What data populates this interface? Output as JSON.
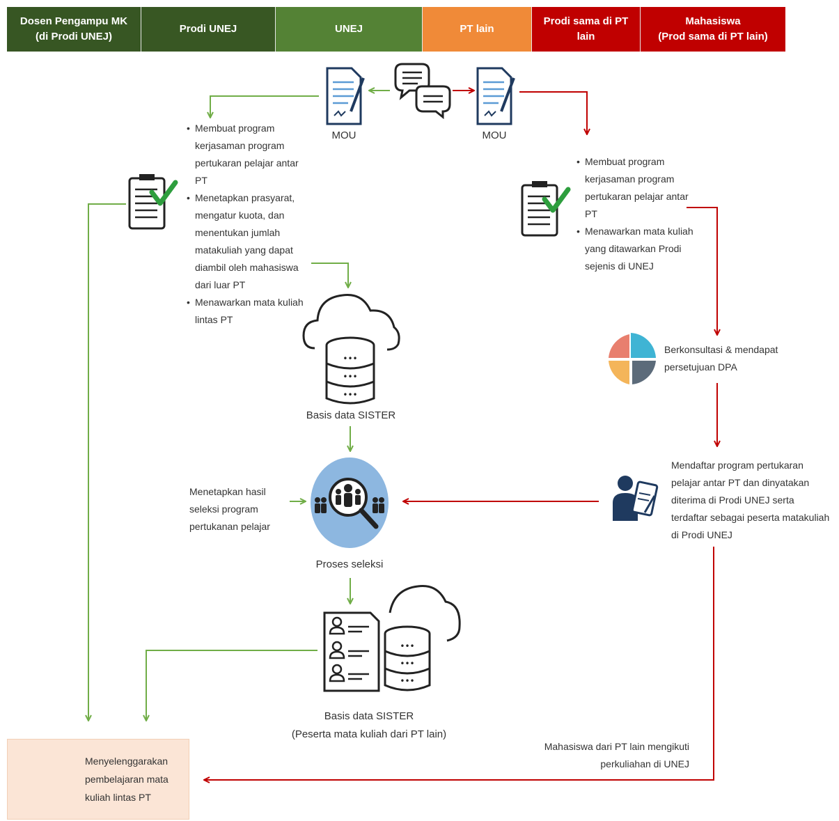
{
  "header": [
    {
      "label": "Dosen Pengampu MK\n(di Prodi UNEJ)",
      "color": "#375623"
    },
    {
      "label": "Prodi UNEJ",
      "color": "#385723"
    },
    {
      "label": "UNEJ",
      "color": "#548235"
    },
    {
      "label": "PT lain",
      "color": "#f08a38"
    },
    {
      "label": "Prodi sama di PT\nlain",
      "color": "#c00000"
    },
    {
      "label": "Mahasiswa\n(Prod sama di PT lain)",
      "color": "#c00000"
    }
  ],
  "mou": {
    "left_label": "MOU",
    "right_label": "MOU"
  },
  "unej_tasks": [
    "Membuat program kerjasaman program pertukaran pelajar antar PT",
    "Menetapkan prasyarat, mengatur kuota, dan menentukan jumlah matakuliah yang dapat diambil oleh mahasiswa dari luar PT",
    "Menawarkan mata kuliah lintas PT"
  ],
  "ptlain_tasks": [
    "Membuat program kerjasaman program pertukaran pelajar antar PT",
    "Menawarkan mata kuliah yang ditawarkan Prodi sejenis di UNEJ"
  ],
  "sister1_label": "Basis data SISTER",
  "konsultasi_text": "Berkonsultasi & mendapat persetujuan DPA",
  "mendaftar_text": "Mendaftar program pertukaran pelajar antar PT dan dinyatakan diterima di Prodi UNEJ serta terdaftar sebagai peserta matakuliah di Prodi UNEJ",
  "menetapkan_text": "Menetapkan hasil seleksi program pertukanan pelajar",
  "seleksi_label": "Proses seleksi",
  "sister2_label": "Basis data SISTER\n(Peserta mata kuliah dari PT lain)",
  "mahasiswa_note": "Mahasiswa dari PT lain mengikuti perkuliahan di UNEJ",
  "final_text": "Menyelenggarakan pembelajaran mata kuliah lintas PT",
  "colors": {
    "green_arrow": "#70ad47",
    "red_arrow": "#c00000",
    "selection_bg": "#8db7e0",
    "final_bg": "#fbe5d6"
  }
}
